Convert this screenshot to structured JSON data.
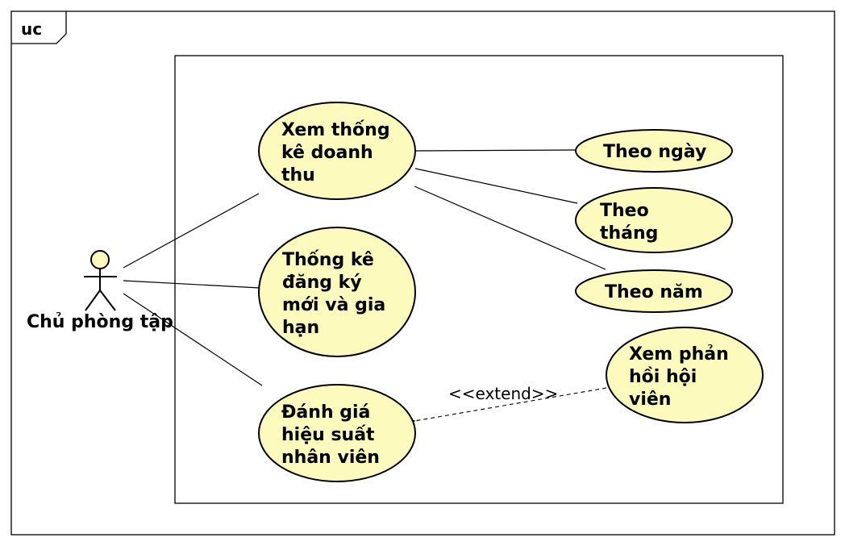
{
  "frame": {
    "label": "uc"
  },
  "actor": {
    "name": "Chủ phòng tập"
  },
  "use_cases": {
    "revenue": [
      "Xem thống",
      "kê doanh",
      "thu"
    ],
    "by_day": [
      "Theo ngày"
    ],
    "by_month": [
      "Theo",
      "tháng"
    ],
    "by_year": [
      "Theo năm"
    ],
    "registrations": [
      "Thống kê",
      "đăng ký",
      "mới và gia",
      "hạn"
    ],
    "staff_perf": [
      "Đánh giá",
      "hiệu suất",
      "nhân viên"
    ],
    "feedback": [
      "Xem phản",
      "hồi hội",
      "viên"
    ]
  },
  "relations": {
    "extend_label": "<<extend>>"
  },
  "colors": {
    "usecase_fill": "#fcfabd",
    "stroke": "#000000"
  }
}
